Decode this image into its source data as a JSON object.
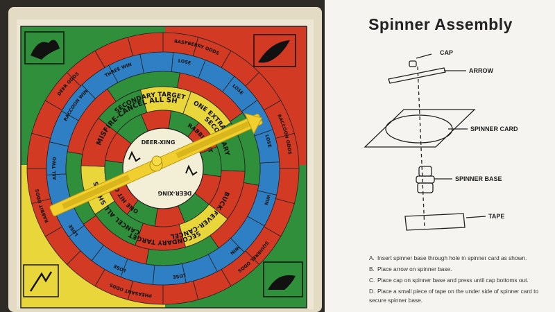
{
  "board": {
    "ring_texts": {
      "inner_top": "DEER-XING",
      "inner_bottom": "DEER-XING",
      "outer": [
        "MISFIRE-CANCEL ALL SHOTS",
        "SECONDARY TARGET",
        "ONE EXTRA",
        "SECONDARY",
        "MISS",
        "BUCK FEVER-CANCEL",
        "SECONDARY TARGET",
        "CANCEL ALL SHOTS",
        "RABBIT HIT",
        "MISS",
        "ONE HIT OR",
        "SECONDARY"
      ],
      "ring2": [
        "LOSE",
        "LOSE",
        "LOSE",
        "WIN",
        "WIN",
        "LOSE",
        "LOSE",
        "LOSE",
        "ALL TWO",
        "RACCOON WIN",
        "THREE WIN"
      ],
      "outer_track": [
        "RASPBERRY ODDS",
        "RACCOON ODDS",
        "SQUIRREL ODDS",
        "PHEASANT ODDS",
        "RABBIT ODDS",
        "DEER ODDS"
      ]
    }
  },
  "instructions": {
    "title": "Spinner Assembly",
    "labels": {
      "cap": "CAP",
      "arrow": "ARROW",
      "spinner_card": "SPINNER CARD",
      "spinner_base": "SPINNER BASE",
      "tape": "TAPE"
    },
    "steps": [
      {
        "letter": "A.",
        "text": "Insert spinner base through hole in spinner card as shown."
      },
      {
        "letter": "B.",
        "text": "Place arrow on spinner base."
      },
      {
        "letter": "C.",
        "text": "Place cap on spinner base and press until cap bottoms out."
      },
      {
        "letter": "D.",
        "text": "Place a small piece of tape on the under side of spinner card to secure spinner base."
      }
    ]
  },
  "colors": {
    "red": "#d23a24",
    "blue": "#2f7fc4",
    "green": "#2f8f3a",
    "yellow": "#e9d63a",
    "cream": "#f3eed6",
    "tray": "#e4dcc4",
    "spinner": "#f0d23a"
  }
}
